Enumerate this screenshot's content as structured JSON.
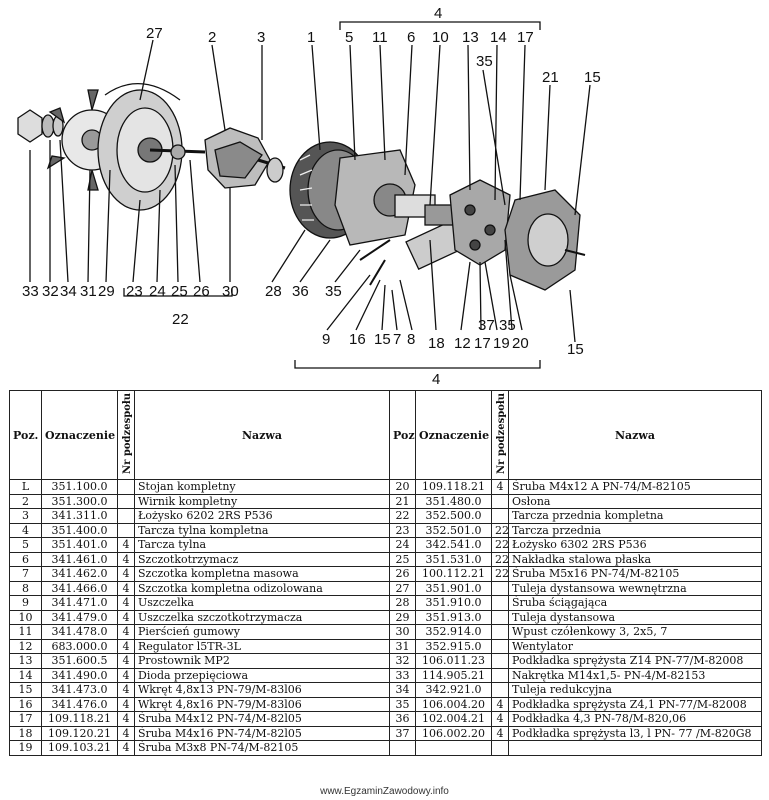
{
  "diagram": {
    "labels_top": [
      "27",
      "2",
      "3",
      "1",
      "5",
      "11",
      "6",
      "10",
      "13",
      "14",
      "17",
      "35",
      "21",
      "15"
    ],
    "labels_bottom": [
      "33",
      "32",
      "34",
      "31",
      "29",
      "23",
      "24",
      "25",
      "26",
      "30",
      "28",
      "36",
      "35",
      "9",
      "16",
      "15",
      "7",
      "8",
      "18",
      "12",
      "17",
      "37",
      "19",
      "35",
      "20",
      "15"
    ],
    "group_labels": [
      "4",
      "22",
      "4"
    ]
  },
  "table": {
    "headers": {
      "poz": "Poz.",
      "oznaczenie": "Oznaczenie",
      "nr_podzespolu": "Nr podzespołu",
      "nazwa": "Nazwa"
    },
    "left_rows": [
      {
        "poz": "L",
        "ozn": "351.100.0",
        "nr": "",
        "nazwa": "Stojan kompletny"
      },
      {
        "poz": "2",
        "ozn": "351.300.0",
        "nr": "",
        "nazwa": "Wirnik kompletny"
      },
      {
        "poz": "3",
        "ozn": "341.311.0",
        "nr": "",
        "nazwa": "Łożysko 6202 2RS P536"
      },
      {
        "poz": "4",
        "ozn": "351.400.0",
        "nr": "",
        "nazwa": "Tarcza tylna kompletna"
      },
      {
        "poz": "5",
        "ozn": "351.401.0",
        "nr": "4",
        "nazwa": "Tarcza tylna"
      },
      {
        "poz": "6",
        "ozn": "341.461.0",
        "nr": "4",
        "nazwa": "Szczotkotrzymacz"
      },
      {
        "poz": "7",
        "ozn": "341.462.0",
        "nr": "4",
        "nazwa": "Szczotka kompletna masowa"
      },
      {
        "poz": "8",
        "ozn": "341.466.0",
        "nr": "4",
        "nazwa": "Szczotka kompletna odizolowana"
      },
      {
        "poz": "9",
        "ozn": "341.471.0",
        "nr": "4",
        "nazwa": "Uszczelka"
      },
      {
        "poz": "10",
        "ozn": "341.479.0",
        "nr": "4",
        "nazwa": "Uszczelka szczotkotrzymacza"
      },
      {
        "poz": "11",
        "ozn": "341.478.0",
        "nr": "4",
        "nazwa": "Pierścień gumowy"
      },
      {
        "poz": "12",
        "ozn": "683.000.0",
        "nr": "4",
        "nazwa": "Regulator l5TR-3L"
      },
      {
        "poz": "13",
        "ozn": "351.600.5",
        "nr": "4",
        "nazwa": "Prostownik MP2"
      },
      {
        "poz": "14",
        "ozn": "341.490.0",
        "nr": "4",
        "nazwa": "Dioda przepięciowa"
      },
      {
        "poz": "15",
        "ozn": "341.473.0",
        "nr": "4",
        "nazwa": "Wkręt 4,8x13 PN-79/M-83l06"
      },
      {
        "poz": "16",
        "ozn": "341.476.0",
        "nr": "4",
        "nazwa": "Wkręt 4,8x16 PN-79/M-83l06"
      },
      {
        "poz": "17",
        "ozn": "109.118.21",
        "nr": "4",
        "nazwa": "Śruba M4x12 PN-74/M-82l05"
      },
      {
        "poz": "18",
        "ozn": "109.120.21",
        "nr": "4",
        "nazwa": "Śruba M4x16 PN-74/M-82l05"
      },
      {
        "poz": "19",
        "ozn": "109.103.21",
        "nr": "4",
        "nazwa": "Śruba M3x8 PN-74/M-82105"
      }
    ],
    "right_rows": [
      {
        "poz": "20",
        "ozn": "109.118.21",
        "nr": "4",
        "nazwa": "Śruba M4x12 A PN-74/M-82105"
      },
      {
        "poz": "21",
        "ozn": "351.480.0",
        "nr": "",
        "nazwa": "Osłona"
      },
      {
        "poz": "22",
        "ozn": "352.500.0",
        "nr": "",
        "nazwa": "Tarcza przednia kompletna"
      },
      {
        "poz": "23",
        "ozn": "352.501.0",
        "nr": "22",
        "nazwa": "Tarcza przednia"
      },
      {
        "poz": "24",
        "ozn": "342.541.0",
        "nr": "22",
        "nazwa": "Łożysko 6302 2RS P536"
      },
      {
        "poz": "25",
        "ozn": "351.531.0",
        "nr": "22",
        "nazwa": "Nakładka stalowa płaska"
      },
      {
        "poz": "26",
        "ozn": "100.112.21",
        "nr": "22",
        "nazwa": "Śruba M5x16 PN-74/M-82105"
      },
      {
        "poz": "27",
        "ozn": "351.901.0",
        "nr": "",
        "nazwa": "Tuleja dystansowa wewnętrzna"
      },
      {
        "poz": "28",
        "ozn": "351.910.0",
        "nr": "",
        "nazwa": "Śruba ściągająca"
      },
      {
        "poz": "29",
        "ozn": "351.913.0",
        "nr": "",
        "nazwa": "Tuleja dystansowa"
      },
      {
        "poz": "30",
        "ozn": "352.914.0",
        "nr": "",
        "nazwa": "Wpust czółenkowy 3, 2x5, 7"
      },
      {
        "poz": "31",
        "ozn": "352.915.0",
        "nr": "",
        "nazwa": "Wentylator"
      },
      {
        "poz": "32",
        "ozn": "106.011.23",
        "nr": "",
        "nazwa": "Podkładka sprężysta Z14 PN-77/M-82008"
      },
      {
        "poz": "33",
        "ozn": "114.905.21",
        "nr": "",
        "nazwa": "Nakrętka M14x1,5- PN-4/M-82153"
      },
      {
        "poz": "34",
        "ozn": "342.921.0",
        "nr": "",
        "nazwa": "Tuleja redukcyjna"
      },
      {
        "poz": "35",
        "ozn": "106.004.20",
        "nr": "4",
        "nazwa": "Podkładka sprężysta Z4,1 PN-77/M-82008"
      },
      {
        "poz": "36",
        "ozn": "102.004.21",
        "nr": "4",
        "nazwa": "Podkładka 4,3 PN-78/M-820,06"
      },
      {
        "poz": "37",
        "ozn": "106.002.20",
        "nr": "4",
        "nazwa": "Podkładka sprężysta l3, l PN- 77 /M-820G8"
      }
    ]
  },
  "footer": "www.EgzaminZawodowy.info"
}
